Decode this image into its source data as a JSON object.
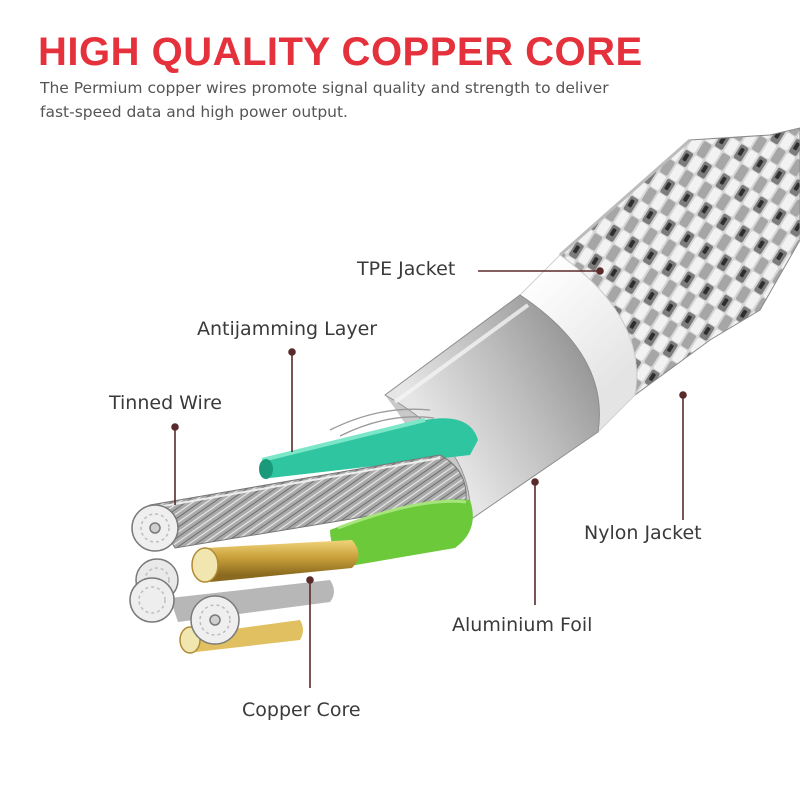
{
  "header": {
    "title": "HIGH QUALITY COPPER CORE",
    "subtitle_line1": "The Permium copper wires promote signal quality and strength to deliver",
    "subtitle_line2": "fast-speed data and high power output."
  },
  "labels": {
    "tpe_jacket": "TPE Jacket",
    "antijamming_layer": "Antijamming Layer",
    "tinned_wire": "Tinned Wire",
    "nylon_jacket": "Nylon Jacket",
    "aluminium_foil": "Aluminium Foil",
    "copper_core": "Copper Core"
  },
  "colors": {
    "title": "#e5313c",
    "leader_line": "#5a2a2a",
    "teal_insulation": "#2ec5a0",
    "green_insulation": "#6cc93a",
    "copper": "#c9a03a",
    "foil": "#b8b8b8",
    "tpe": "#ffffff",
    "nylon": "#9a9a9a"
  }
}
